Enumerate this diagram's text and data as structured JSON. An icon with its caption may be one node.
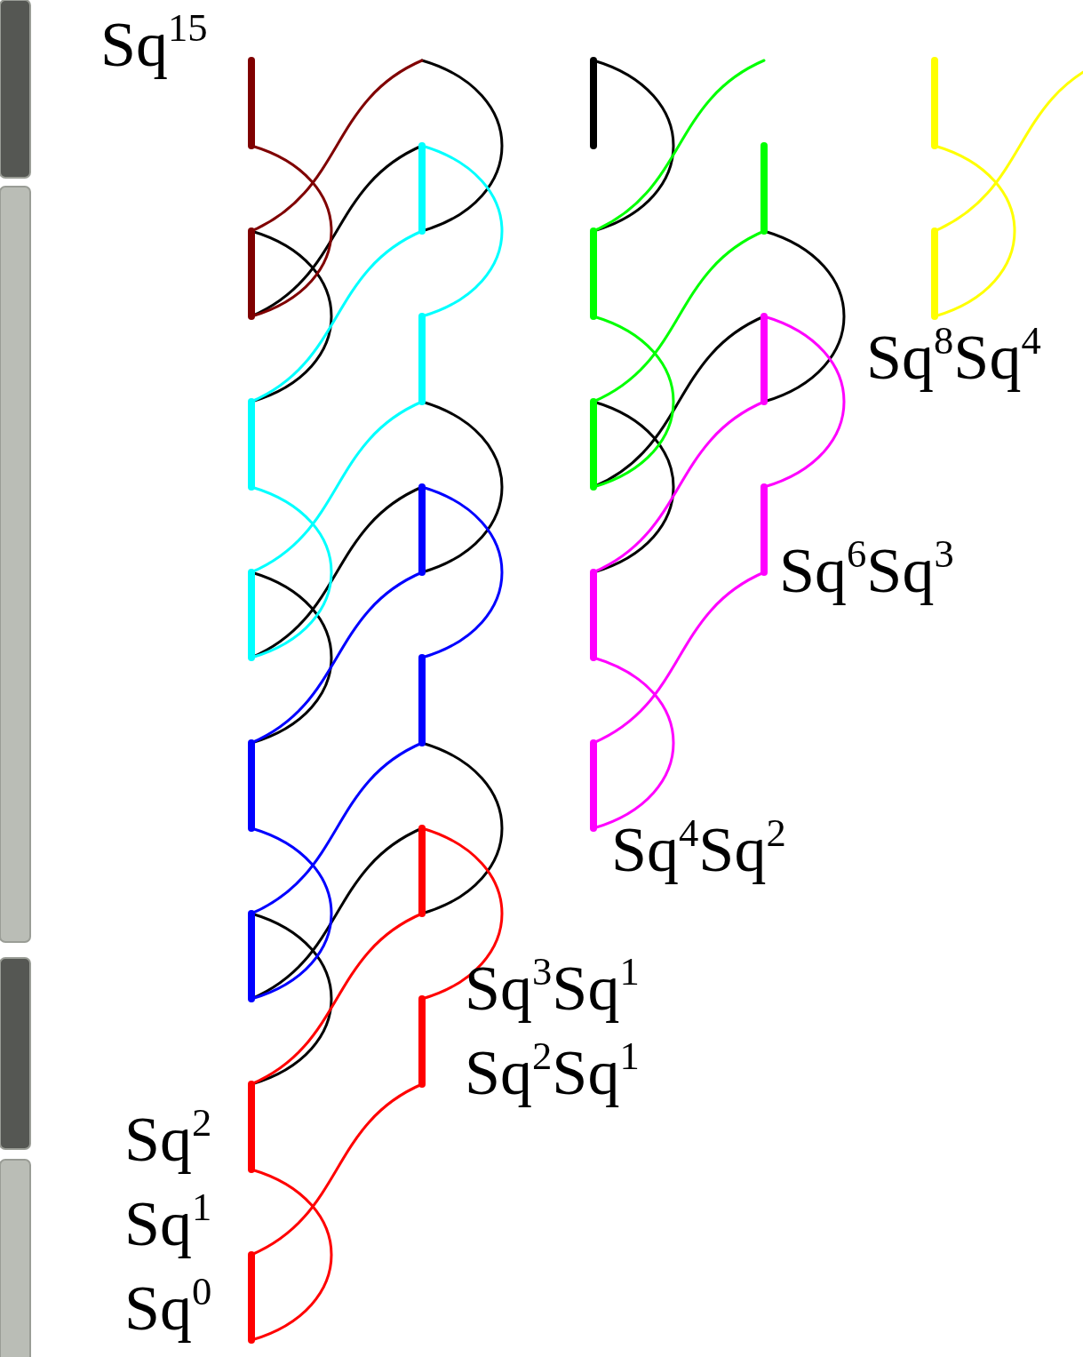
{
  "diagram": {
    "labels": [
      "Sq$^{15}$",
      "Sq$^{8}$Sq$^{4}$",
      "Sq$^{6}$Sq$^{3}$",
      "Sq$^{4}$Sq$^{2}$",
      "Sq$^{3}$Sq$^{1}$",
      "Sq$^{2}$Sq$^{1}$",
      "Sq$^{2}$",
      "Sq$^{1}$",
      "Sq$^{0}$"
    ]
  }
}
